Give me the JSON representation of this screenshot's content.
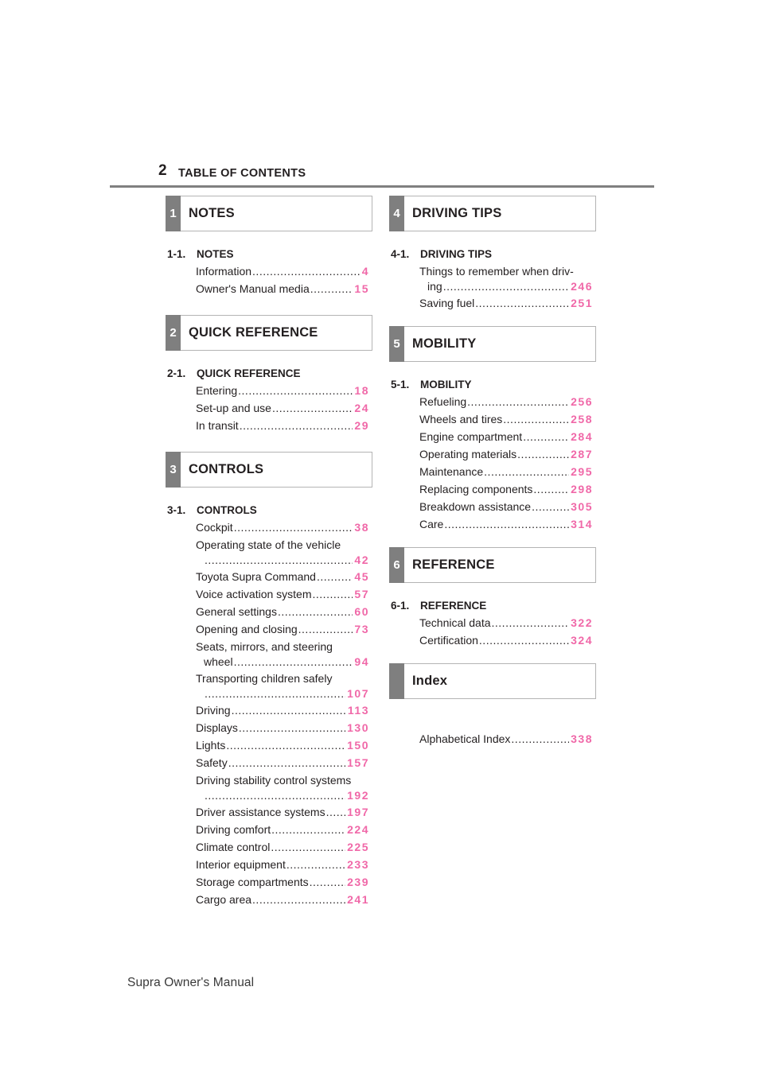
{
  "header": {
    "page_number": "2",
    "title": "TABLE OF CONTENTS"
  },
  "left_sections": [
    {
      "num": "1",
      "title": "NOTES",
      "sub_code": "1-1.",
      "sub_title": "NOTES",
      "entries": [
        {
          "label": "Information",
          "page": "4"
        },
        {
          "label": "Owner's Manual media",
          "page": "15"
        }
      ]
    },
    {
      "num": "2",
      "title": "QUICK REFERENCE",
      "sub_code": "2-1.",
      "sub_title": "QUICK REFERENCE",
      "entries": [
        {
          "label": "Entering",
          "page": "18"
        },
        {
          "label": "Set-up and use",
          "page": "24"
        },
        {
          "label": "In transit",
          "page": "29"
        }
      ]
    },
    {
      "num": "3",
      "title": "CONTROLS",
      "sub_code": "3-1.",
      "sub_title": "CONTROLS",
      "entries": [
        {
          "label": "Cockpit",
          "page": "38"
        },
        {
          "first": "Operating state of the vehicle",
          "label": "",
          "page": "42"
        },
        {
          "label": "Toyota Supra Command",
          "page": "45"
        },
        {
          "label": "Voice activation system",
          "page": "57"
        },
        {
          "label": "General settings",
          "page": "60"
        },
        {
          "label": "Opening and closing",
          "page": "73"
        },
        {
          "first": "Seats, mirrors, and steering",
          "label": "wheel",
          "page": "94"
        },
        {
          "first": "Transporting children safely",
          "label": "",
          "page": "107"
        },
        {
          "label": "Driving",
          "page": "113"
        },
        {
          "label": "Displays",
          "page": "130"
        },
        {
          "label": "Lights",
          "page": "150"
        },
        {
          "label": "Safety",
          "page": "157"
        },
        {
          "first": "Driving stability control systems",
          "label": "",
          "page": "192"
        },
        {
          "label": "Driver assistance systems",
          "page": "197"
        },
        {
          "label": "Driving comfort",
          "page": "224"
        },
        {
          "label": "Climate control",
          "page": "225"
        },
        {
          "label": "Interior equipment",
          "page": "233"
        },
        {
          "label": "Storage compartments",
          "page": "239"
        },
        {
          "label": "Cargo area",
          "page": "241"
        }
      ]
    }
  ],
  "right_sections": [
    {
      "num": "4",
      "title": "DRIVING TIPS",
      "sub_code": "4-1.",
      "sub_title": "DRIVING TIPS",
      "entries": [
        {
          "first": "Things to remember when driv-",
          "label": "ing",
          "page": "246"
        },
        {
          "label": "Saving fuel",
          "page": "251"
        }
      ]
    },
    {
      "num": "5",
      "title": "MOBILITY",
      "sub_code": "5-1.",
      "sub_title": "MOBILITY",
      "entries": [
        {
          "label": "Refueling",
          "page": "256"
        },
        {
          "label": "Wheels and tires",
          "page": "258"
        },
        {
          "label": "Engine compartment",
          "page": "284"
        },
        {
          "label": "Operating materials",
          "page": "287"
        },
        {
          "label": "Maintenance",
          "page": "295"
        },
        {
          "label": "Replacing components",
          "page": "298"
        },
        {
          "label": "Breakdown assistance",
          "page": "305"
        },
        {
          "label": "Care",
          "page": "314"
        }
      ]
    },
    {
      "num": "6",
      "title": "REFERENCE",
      "sub_code": "6-1.",
      "sub_title": "REFERENCE",
      "entries": [
        {
          "label": "Technical data",
          "page": "322"
        },
        {
          "label": "Certification",
          "page": "324"
        }
      ]
    },
    {
      "num": "",
      "title": "Index",
      "sub_code": "",
      "sub_title": "",
      "entries": [
        {
          "label": "Alphabetical Index",
          "page": "338"
        }
      ]
    }
  ],
  "footer": {
    "text": "Supra Owner's Manual"
  }
}
